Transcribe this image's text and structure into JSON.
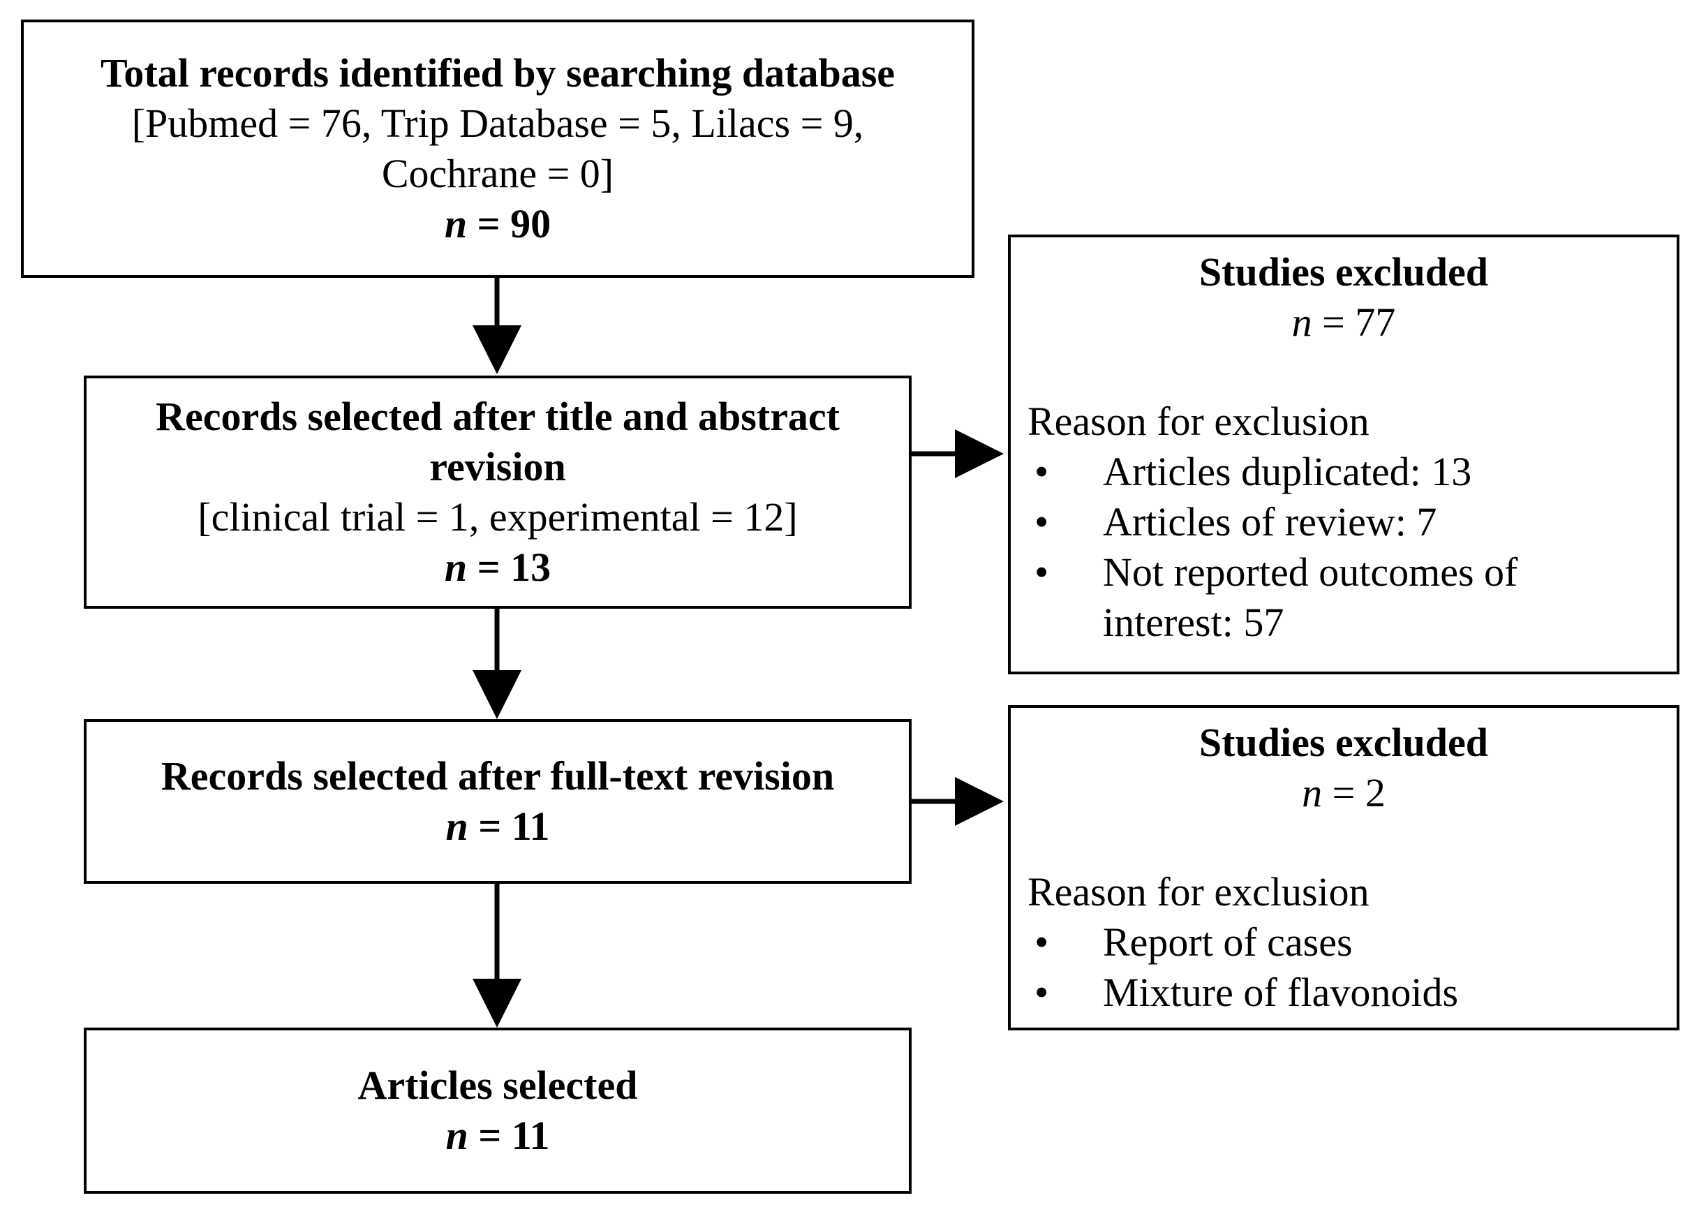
{
  "boxes": {
    "identified": {
      "title": "Total records identified by searching database",
      "detail_line1": "[Pubmed = 76, Trip Database = 5, Lilacs = 9,",
      "detail_line2": "Cochrane = 0]",
      "n_label": "n",
      "n_value": "= 90"
    },
    "screened": {
      "title_line1": "Records selected after title and abstract",
      "title_line2": "revision",
      "detail": "[clinical trial = 1, experimental = 12]",
      "n_label": "n",
      "n_value": "= 13"
    },
    "fulltext": {
      "title": "Records selected after full-text revision",
      "n_label": "n",
      "n_value": "= 11"
    },
    "included": {
      "title": "Articles selected",
      "n_label": "n",
      "n_value": "= 11"
    }
  },
  "exclusions": {
    "first": {
      "title": "Studies excluded",
      "n_label": "n",
      "n_value": "= 77",
      "reason_title": "Reason for exclusion",
      "bullet": "•",
      "reasons": [
        "Articles duplicated: 13",
        "Articles of review: 7",
        "Not reported outcomes of interest: 57"
      ]
    },
    "second": {
      "title": "Studies excluded",
      "n_label": "n",
      "n_value": "= 2",
      "reason_title": "Reason for exclusion",
      "bullet": "•",
      "reasons": [
        "Report of cases",
        "Mixture of flavonoids"
      ]
    }
  }
}
